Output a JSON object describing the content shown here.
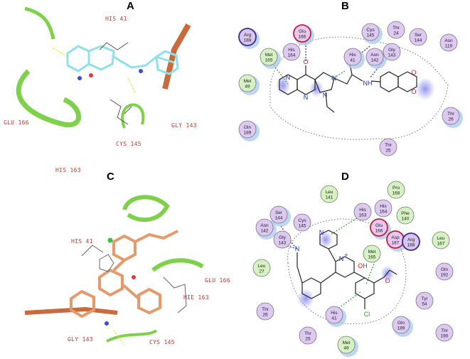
{
  "panels": {
    "A": {
      "label": "A",
      "residues": [
        "HIS 41",
        "GLU 166",
        "CYS 145",
        "GLY 143",
        "HIS 163"
      ]
    },
    "B": {
      "label": "B",
      "atoms": {
        "o_top": "O",
        "o_amide": "O",
        "nh": "NH",
        "n1": "N",
        "n2": "N",
        "n3": "N",
        "n_me": "N",
        "o_ring1": "O",
        "o_ring2": "O"
      }
    },
    "C": {
      "label": "C",
      "residues": [
        "HIS 41",
        "GLU 166",
        "HIE 163",
        "GLY 143",
        "CYS 145"
      ]
    },
    "D": {
      "label": "D",
      "atoms": {
        "oh": "OH",
        "cl": "Cl",
        "n_plus": "N",
        "n_plus_sign": "+",
        "n_pyr": "N",
        "n_nitrile": "N",
        "o_ether": "O"
      }
    }
  },
  "b_nodes": [
    {
      "name": "Arg",
      "num": "188",
      "type": "pos"
    },
    {
      "name": "Glu",
      "num": "166",
      "type": "neg"
    },
    {
      "name": "Thr",
      "num": "24",
      "type": "pol"
    },
    {
      "name": "Cys",
      "num": "145",
      "type": "pol"
    },
    {
      "name": "Ser",
      "num": "144",
      "type": "pol"
    },
    {
      "name": "Asn",
      "num": "119",
      "type": "pol"
    },
    {
      "name": "Met",
      "num": "165",
      "type": "hyd"
    },
    {
      "name": "His",
      "num": "164",
      "type": "pol"
    },
    {
      "name": "His",
      "num": "41",
      "type": "pol"
    },
    {
      "name": "Asn",
      "num": "142",
      "type": "pol"
    },
    {
      "name": "Gly",
      "num": "143",
      "type": "pol"
    },
    {
      "name": "Met",
      "num": "49",
      "type": "hyd"
    },
    {
      "name": "Gln",
      "num": "189",
      "type": "pol"
    },
    {
      "name": "Thr",
      "num": "26",
      "type": "pol"
    },
    {
      "name": "Thr",
      "num": "25",
      "type": "pol"
    }
  ],
  "d_nodes": [
    {
      "name": "Leu",
      "num": "141",
      "type": "hyd"
    },
    {
      "name": "Pro",
      "num": "168",
      "type": "hyd"
    },
    {
      "name": "His",
      "num": "164",
      "type": "pol"
    },
    {
      "name": "His",
      "num": "163",
      "type": "pol"
    },
    {
      "name": "Phe",
      "num": "140",
      "type": "hyd"
    },
    {
      "name": "Ser",
      "num": "144",
      "type": "pol"
    },
    {
      "name": "Cys",
      "num": "145",
      "type": "pol"
    },
    {
      "name": "Asn",
      "num": "142",
      "type": "pol"
    },
    {
      "name": "Gly",
      "num": "143",
      "type": "pol"
    },
    {
      "name": "Glu",
      "num": "166",
      "type": "neg"
    },
    {
      "name": "Asp",
      "num": "187",
      "type": "neg"
    },
    {
      "name": "Arg",
      "num": "188",
      "type": "pos"
    },
    {
      "name": "Leu",
      "num": "167",
      "type": "hyd"
    },
    {
      "name": "Met",
      "num": "165",
      "type": "hyd"
    },
    {
      "name": "Leu",
      "num": "27",
      "type": "hyd"
    },
    {
      "name": "Gln",
      "num": "192",
      "type": "pol"
    },
    {
      "name": "Tyr",
      "num": "54",
      "type": "pol"
    },
    {
      "name": "Thr",
      "num": "26",
      "type": "pol"
    },
    {
      "name": "His",
      "num": "41",
      "type": "pol"
    },
    {
      "name": "Gln",
      "num": "189",
      "type": "pol"
    },
    {
      "name": "Thr",
      "num": "190",
      "type": "pol"
    },
    {
      "name": "Thr",
      "num": "25",
      "type": "pol"
    },
    {
      "name": "Met",
      "num": "49",
      "type": "hyd"
    }
  ],
  "colors": {
    "hyd": "#d6f2c2",
    "pol": "#ddc9f2",
    "neg": "#e6c8f0",
    "pos": "#d8c6f0",
    "halo": "#a8c8f0",
    "negRing": "#b5243a",
    "posRing": "#3a2a8a",
    "ribbon": "#7fd04a",
    "helix": "#c86a3c",
    "cyan": "#8fe0e8",
    "orange": "#e49a6a"
  }
}
